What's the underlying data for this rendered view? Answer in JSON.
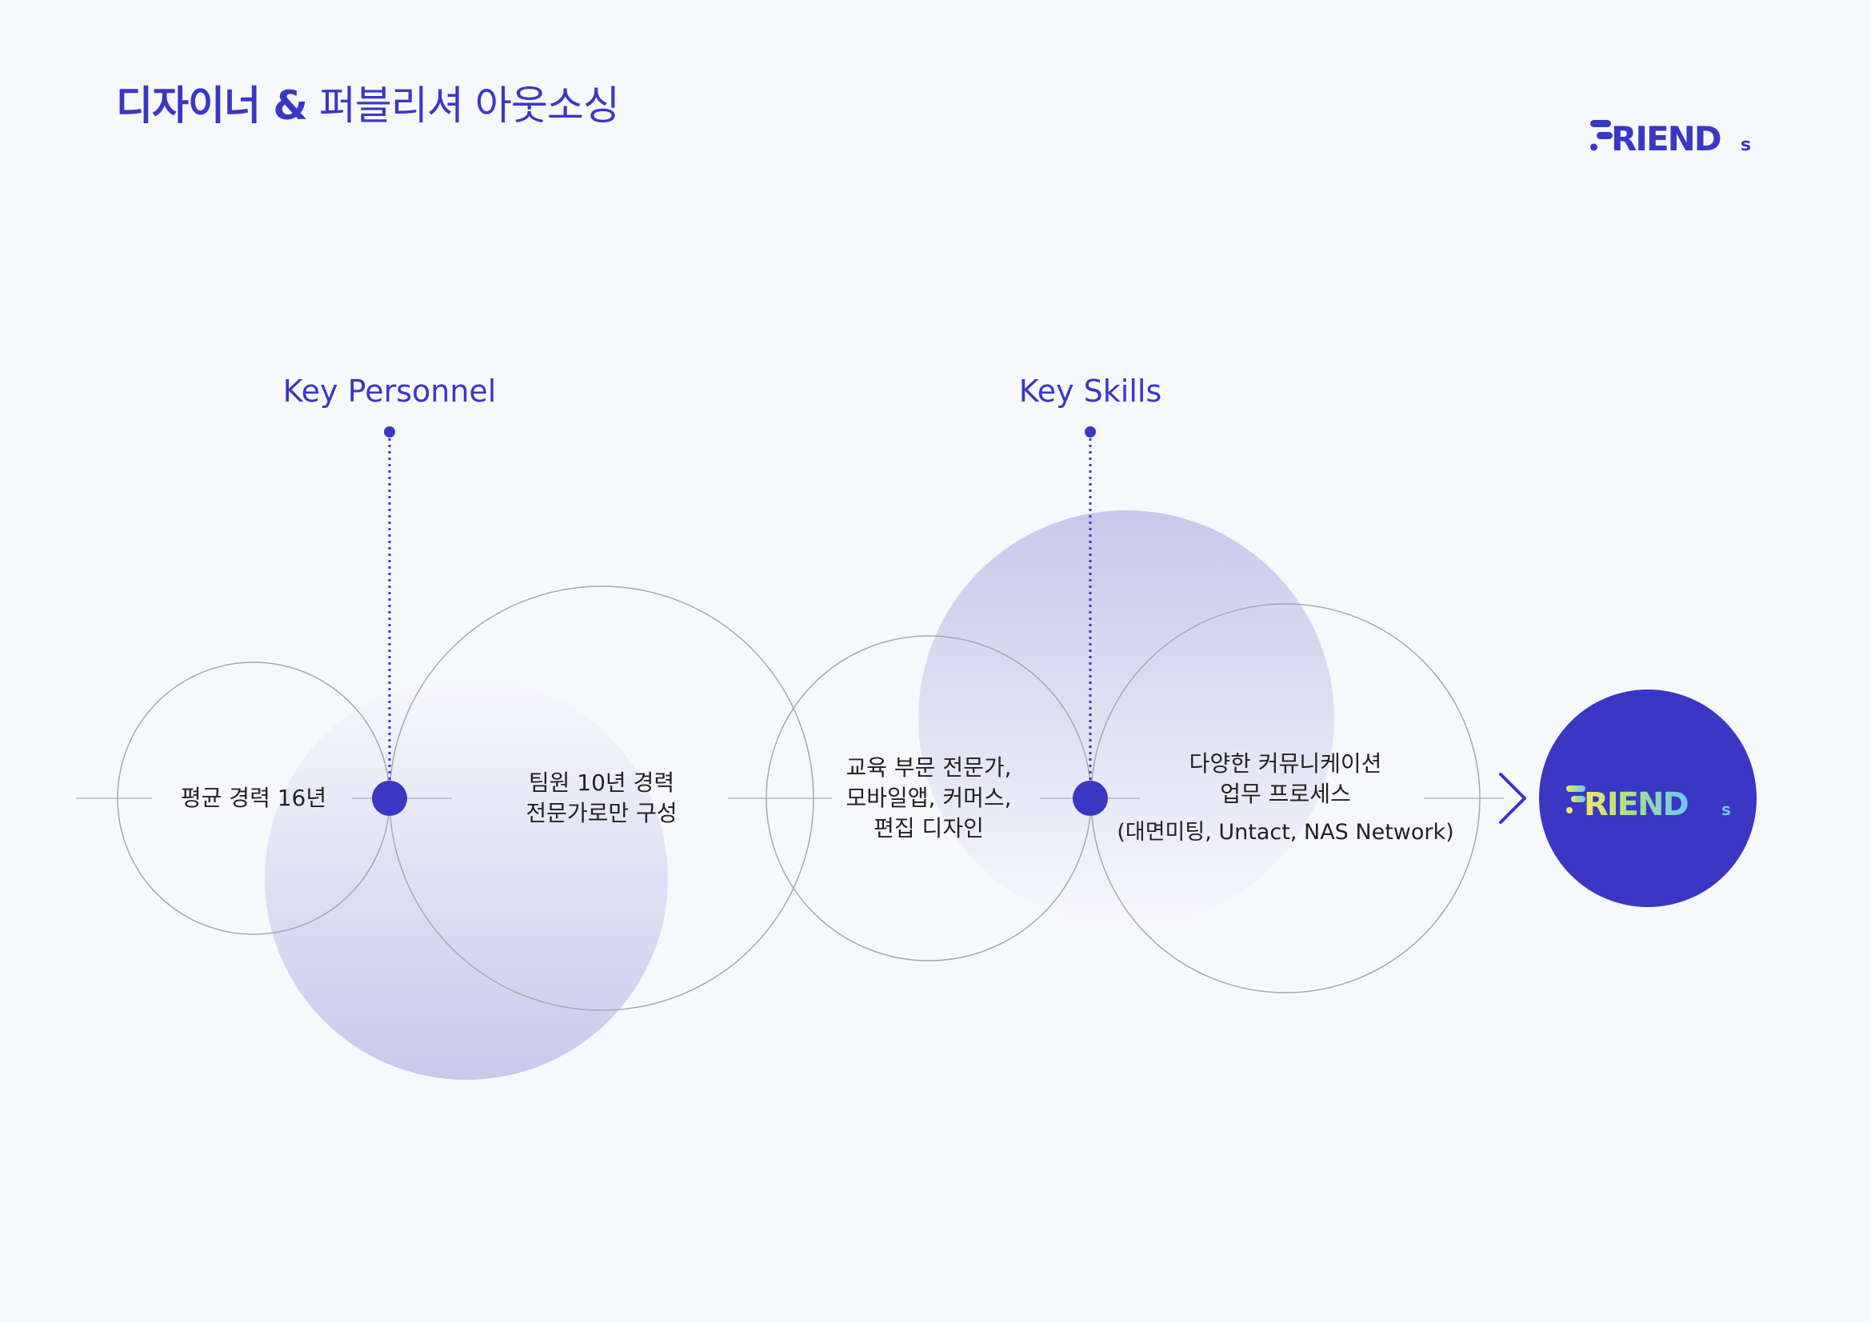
{
  "header": {
    "title_bold": "디자이너 &",
    "title_light": "퍼블리셔 아웃소싱",
    "logo_text": "FRIENDs"
  },
  "diagram": {
    "key_personnel_label": "Key Personnel",
    "key_skills_label": "Key Skills",
    "circles": [
      {
        "lines": [
          "평균 경력 16년"
        ]
      },
      {
        "lines": [
          "팀원 10년 경력",
          "전문가로만 구성"
        ]
      },
      {
        "lines": [
          "교육 부문 전문가,",
          "모바일앱, 커머스,",
          "편집 디자인"
        ]
      },
      {
        "lines": [
          "다양한 커뮤니케이션",
          "업무 프로세스"
        ],
        "sub": "(대면미팅, Untact, NAS Network)"
      }
    ],
    "final_logo_text": "FRIENDs"
  },
  "colors": {
    "accent": "#3a37c4",
    "background": "#f7f8fc",
    "halo": "#c9c8ec",
    "circle_stroke": "#a8a8b0"
  }
}
